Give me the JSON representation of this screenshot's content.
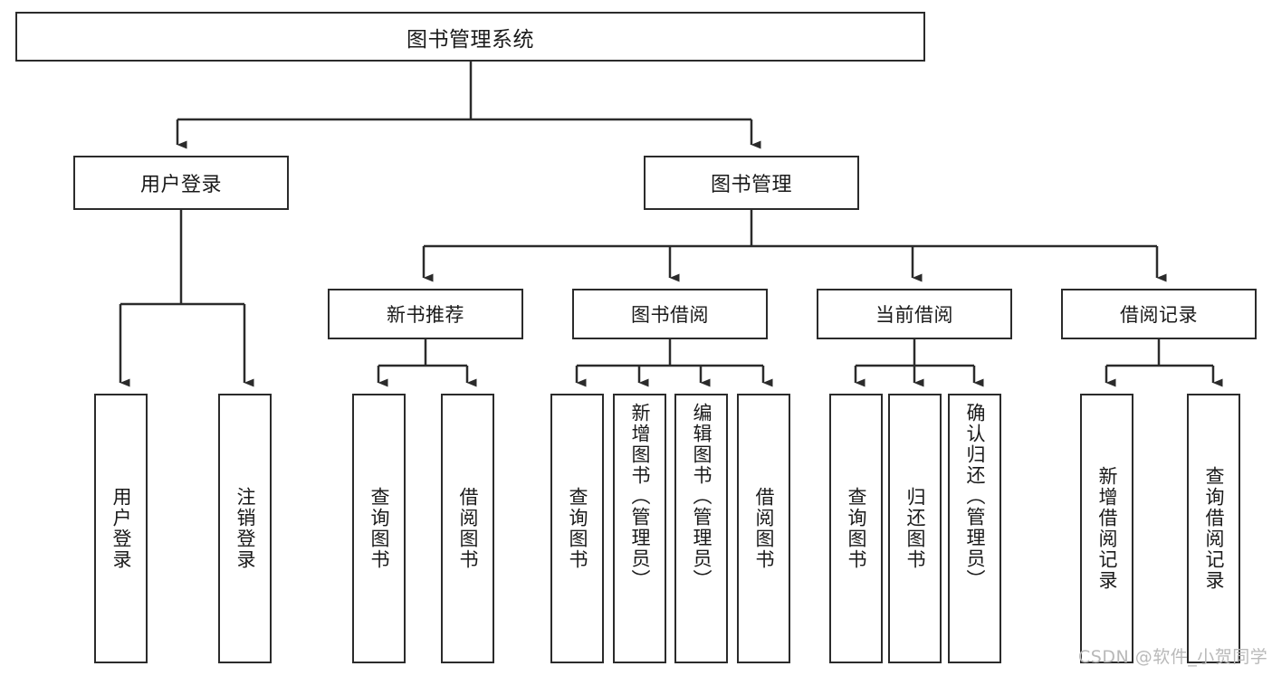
{
  "diagram": {
    "title": "图书管理系统",
    "type": "tree-hierarchy-chart",
    "watermark": "CSDN @软件_小贺同学",
    "colors": {
      "box_border": "#2b2b2b",
      "box_fill": "#ffffff",
      "connector": "#2b2b2b",
      "text": "#1a1a1a",
      "watermark": "#b9b9b9",
      "background": "#ffffff"
    },
    "nodes": {
      "root": {
        "label": "图书管理系统"
      },
      "level1": [
        {
          "label": "用户登录"
        },
        {
          "label": "图书管理"
        }
      ],
      "level2": [
        {
          "label": "新书推荐"
        },
        {
          "label": "图书借阅"
        },
        {
          "label": "当前借阅"
        },
        {
          "label": "借阅记录"
        }
      ],
      "leaves": {
        "user_login": [
          {
            "label": "用户登录"
          },
          {
            "label": "注销登录"
          }
        ],
        "new_book_recommend": [
          {
            "label": "查询图书"
          },
          {
            "label": "借阅图书"
          }
        ],
        "book_borrow": [
          {
            "label": "查询图书"
          },
          {
            "label": "新增图书（管理员）"
          },
          {
            "label": "编辑图书（管理员）"
          },
          {
            "label": "借阅图书"
          }
        ],
        "current_borrow": [
          {
            "label": "查询图书"
          },
          {
            "label": "归还图书"
          },
          {
            "label": "确认归还（管理员）"
          }
        ],
        "borrow_record": [
          {
            "label": "新增借阅记录"
          },
          {
            "label": "查询借阅记录"
          }
        ]
      }
    }
  }
}
